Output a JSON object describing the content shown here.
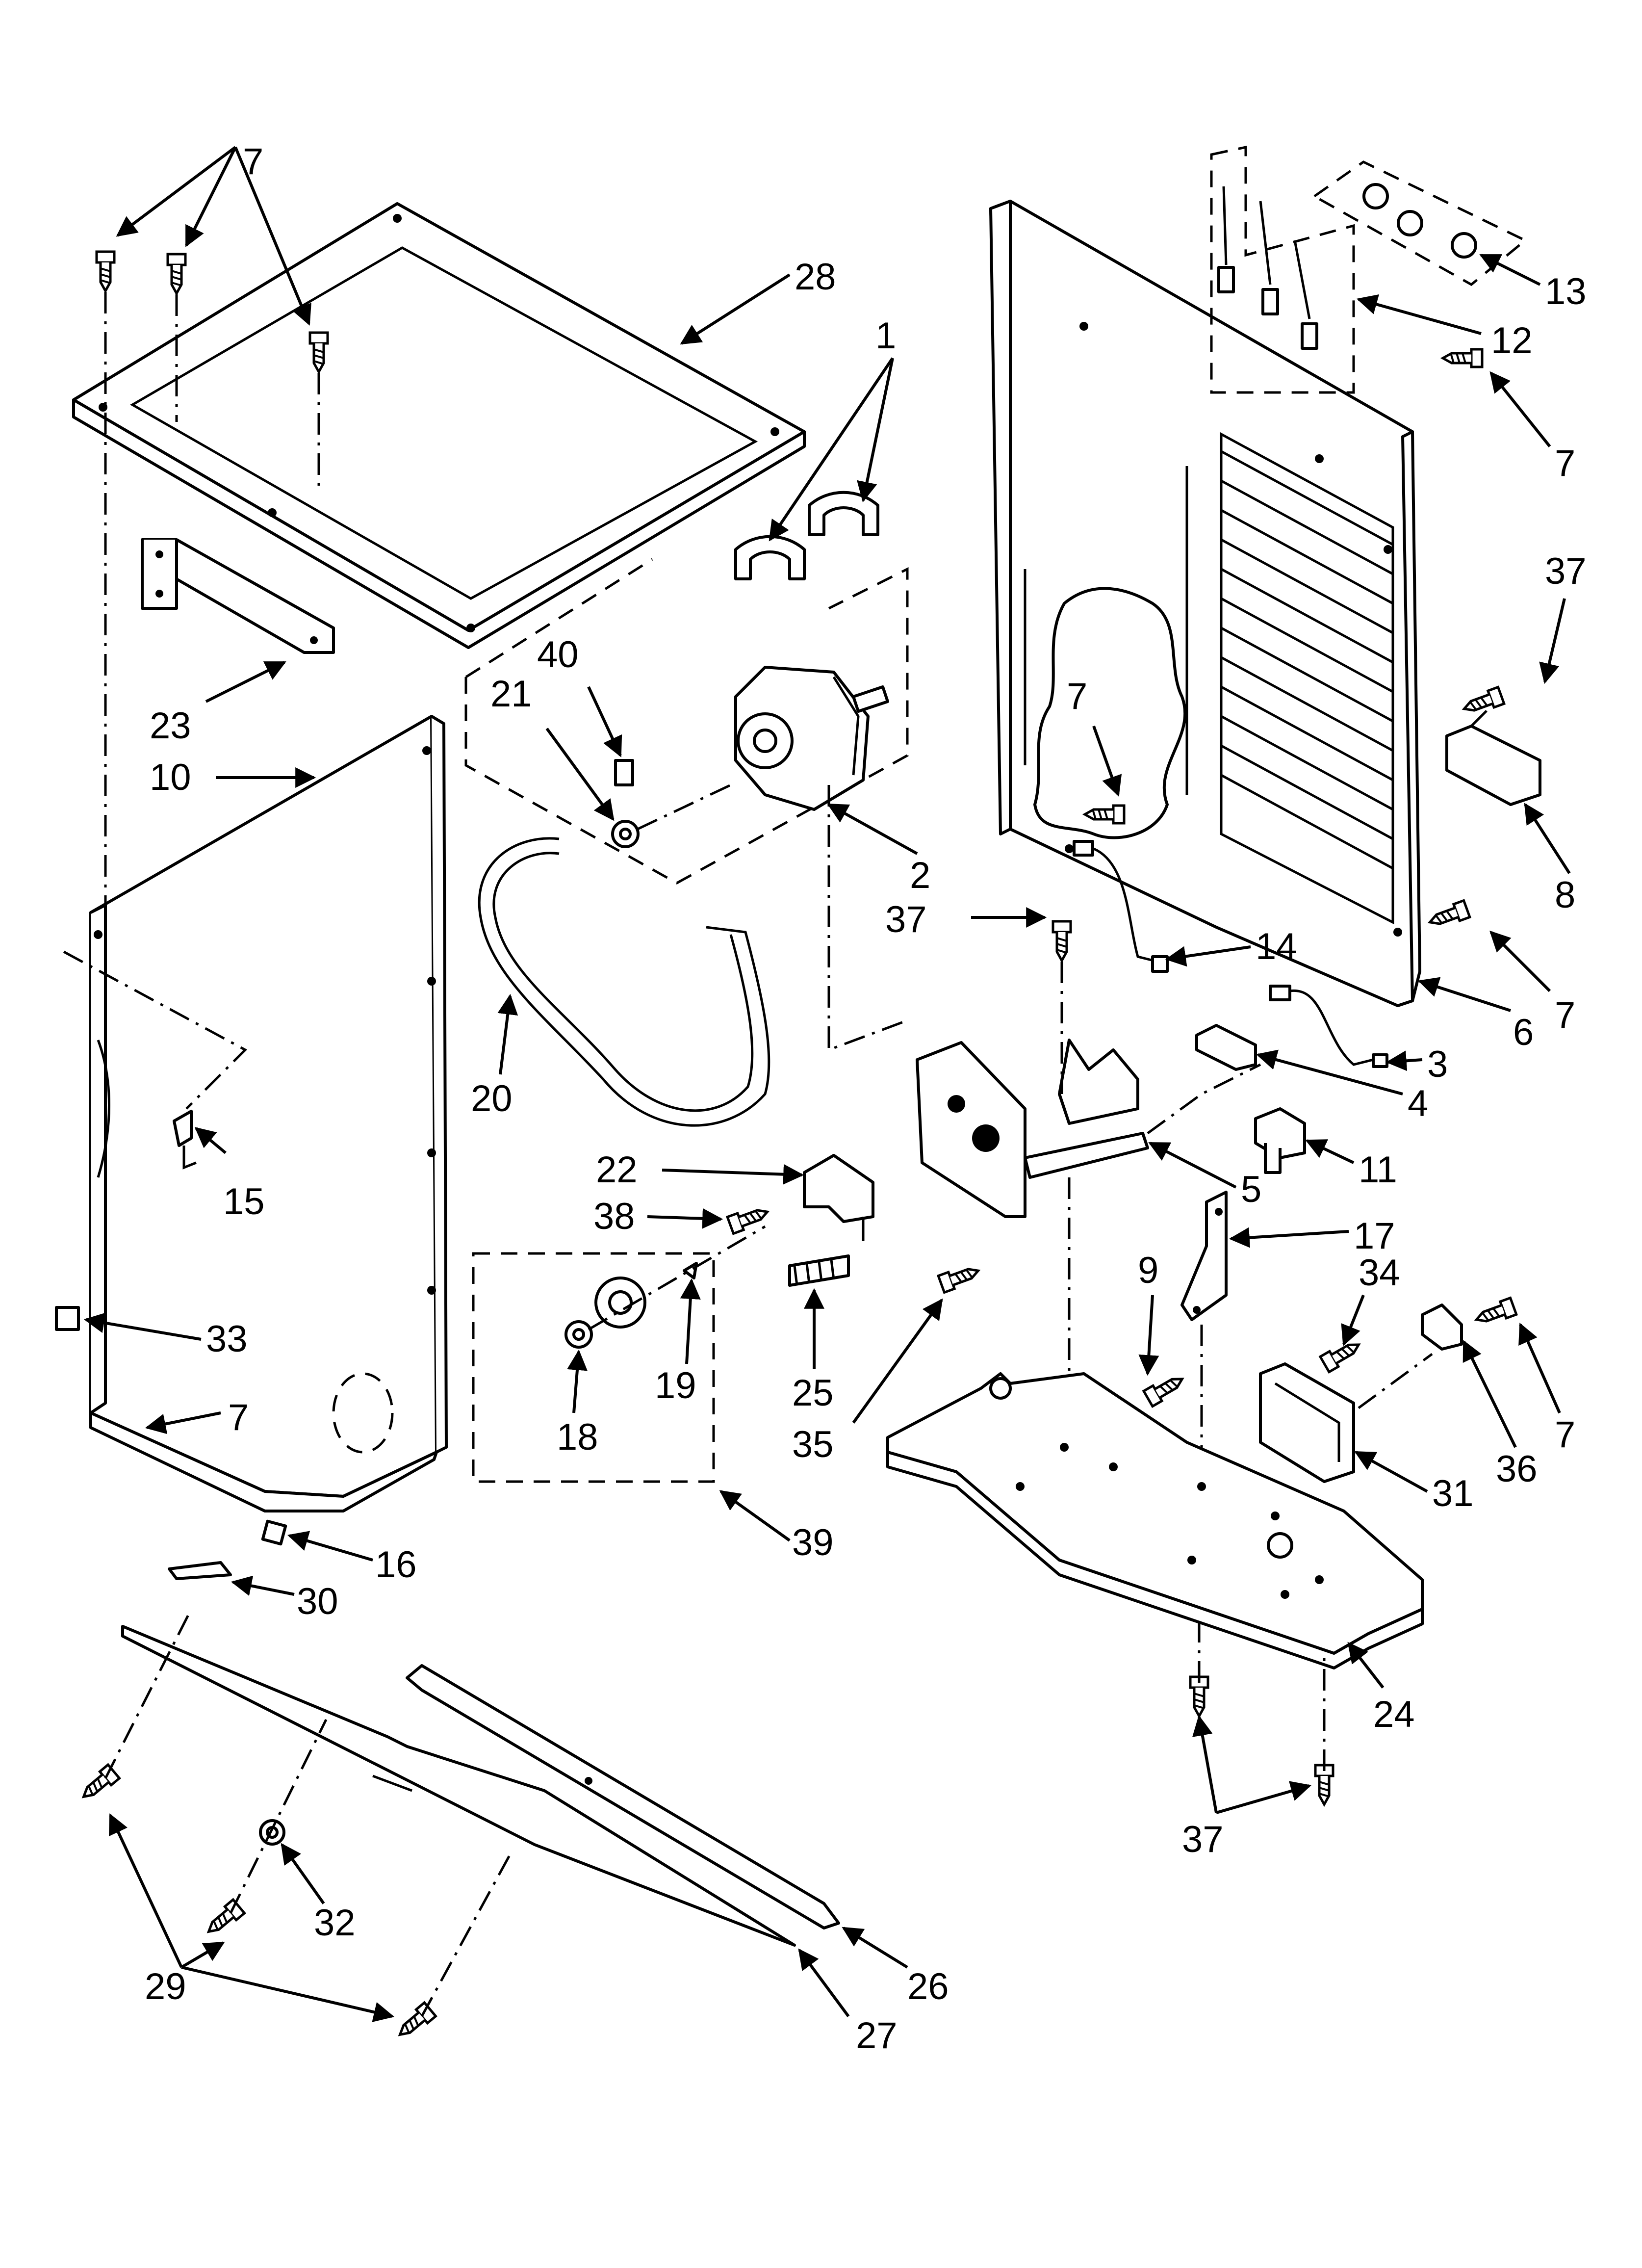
{
  "diagram": {
    "callouts": {
      "c1": "1",
      "c2": "2",
      "c3": "3",
      "c4": "4",
      "c5": "5",
      "c6": "6",
      "c7a": "7",
      "c7b": "7",
      "c7c": "7",
      "c7d": "7",
      "c7e": "7",
      "c7f": "7",
      "c8": "8",
      "c9": "9",
      "c10": "10",
      "c11": "11",
      "c12": "12",
      "c13": "13",
      "c14": "14",
      "c15": "15",
      "c16": "16",
      "c17": "17",
      "c18": "18",
      "c19": "19",
      "c20": "20",
      "c21": "21",
      "c22": "22",
      "c23": "23",
      "c24": "24",
      "c25": "25",
      "c26": "26",
      "c27": "27",
      "c28": "28",
      "c29": "29",
      "c30": "30",
      "c31": "31",
      "c32": "32",
      "c33": "33",
      "c34": "34",
      "c35": "35",
      "c36": "36",
      "c37a": "37",
      "c37b": "37",
      "c37c": "37",
      "c38": "38",
      "c39": "39",
      "c40": "40"
    }
  }
}
